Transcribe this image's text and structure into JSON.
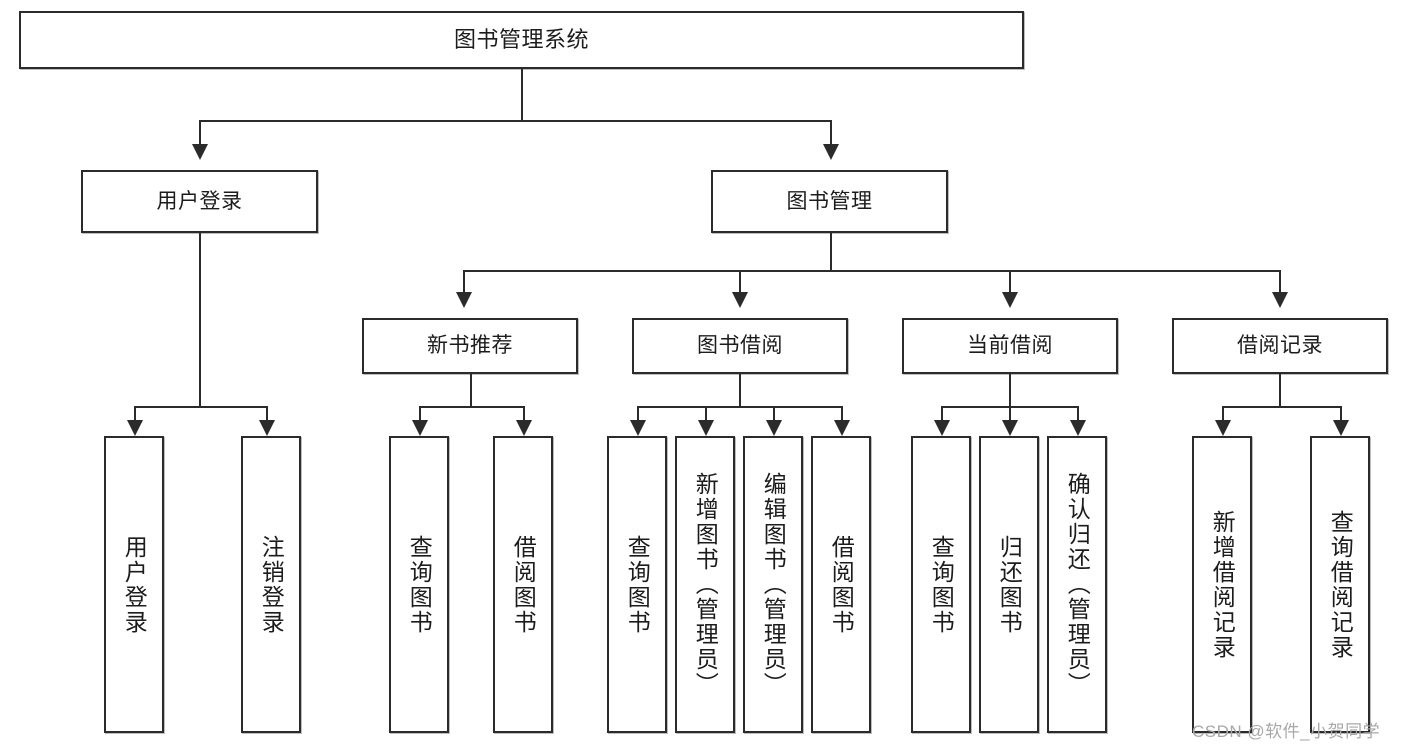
{
  "diagram": {
    "title": "图书管理系统",
    "type": "tree-hierarchy-diagram",
    "colors": {
      "stroke": "#2b2b2b",
      "fill": "#ffffff",
      "shadow": "#bdbdbd",
      "watermark": "#a8a8a8"
    },
    "root": {
      "label": "图书管理系统"
    },
    "level2": [
      {
        "label": "用户登录"
      },
      {
        "label": "图书管理"
      }
    ],
    "level3": [
      {
        "label": "新书推荐"
      },
      {
        "label": "图书借阅"
      },
      {
        "label": "当前借阅"
      },
      {
        "label": "借阅记录"
      }
    ],
    "leaves": {
      "user_login": [
        {
          "label": "用户登录"
        },
        {
          "label": "注销登录"
        }
      ],
      "new_book_recommend": [
        {
          "label": "查询图书"
        },
        {
          "label": "借阅图书"
        }
      ],
      "book_borrow": [
        {
          "label": "查询图书"
        },
        {
          "label": "新增图书（管理员）"
        },
        {
          "label": "编辑图书（管理员）"
        },
        {
          "label": "借阅图书"
        }
      ],
      "current_borrow": [
        {
          "label": "查询图书"
        },
        {
          "label": "归还图书"
        },
        {
          "label": "确认归还（管理员）"
        }
      ],
      "borrow_record": [
        {
          "label": "新增借阅记录"
        },
        {
          "label": "查询借阅记录"
        }
      ]
    }
  },
  "watermark": {
    "text": "CSDN @软件_小贺同学"
  }
}
